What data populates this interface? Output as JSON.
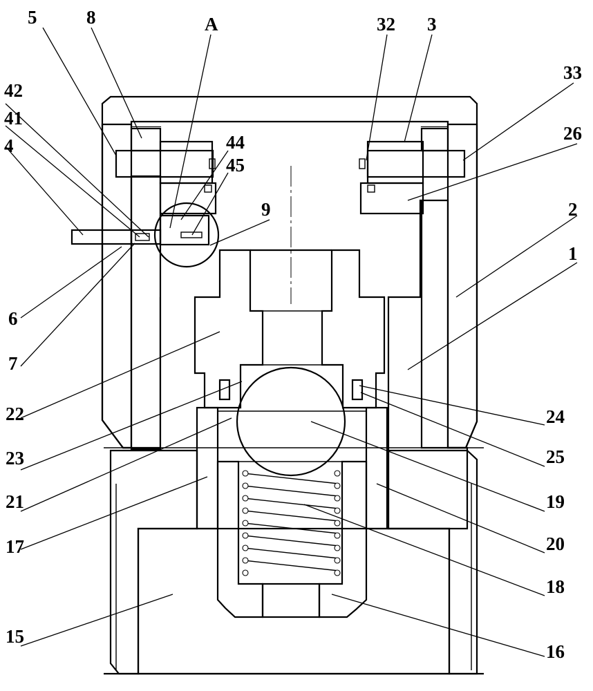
{
  "diagram": {
    "labels": {
      "l5": "5",
      "l8": "8",
      "lA": "A",
      "l32": "32",
      "l3": "3",
      "l33": "33",
      "l42": "42",
      "l41": "41",
      "l4": "4",
      "l44": "44",
      "l45": "45",
      "l26": "26",
      "l9": "9",
      "l2": "2",
      "l1": "1",
      "l6": "6",
      "l7": "7",
      "l22": "22",
      "l23": "23",
      "l21": "21",
      "l17": "17",
      "l24": "24",
      "l25": "25",
      "l19": "19",
      "l20": "20",
      "l18": "18",
      "l16": "16",
      "l15": "15"
    },
    "colors": {
      "line": "#000000",
      "background": "#ffffff"
    }
  }
}
